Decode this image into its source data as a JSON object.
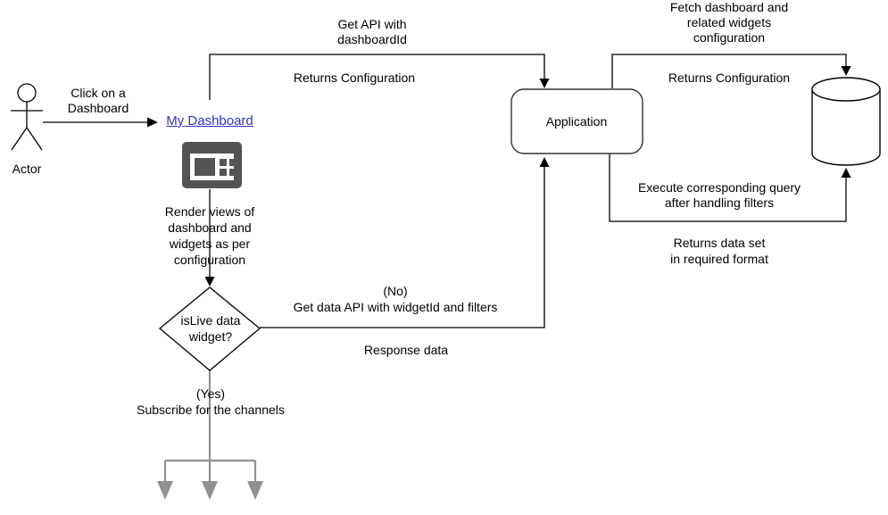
{
  "page": {
    "background": "#ffffff"
  },
  "colors": {
    "line": "#000000",
    "link_blue": "#3333cc",
    "icon_gray": "#545454",
    "subscribe_gray": "#919191"
  },
  "actor": {
    "name": "Actor",
    "action_label": "Click on a\nDashboard"
  },
  "dashboard": {
    "link_label": "My Dashboard",
    "render_note": "Render views of\ndashboard and\nwidgets as per\nconfiguration"
  },
  "application": {
    "label": "Application"
  },
  "api_flow": {
    "get_api_label": "Get API with\ndashboardId",
    "returns_config_label": "Returns Configuration"
  },
  "database": {
    "fetch_label": "Fetch dashboard and\nrelated widgets\nconfiguration",
    "returns_config_label": "Returns Configuration",
    "execute_label": "Execute corresponding query\nafter handling filters",
    "returns_dataset_label": "Returns data set\nin required format"
  },
  "decision": {
    "question": "isLive data\nwidget?",
    "no_label": "(No)\nGet data API with widgetId and filters",
    "no_response_label": "Response data",
    "yes_label": "(Yes)\nSubscribe for the channels"
  }
}
